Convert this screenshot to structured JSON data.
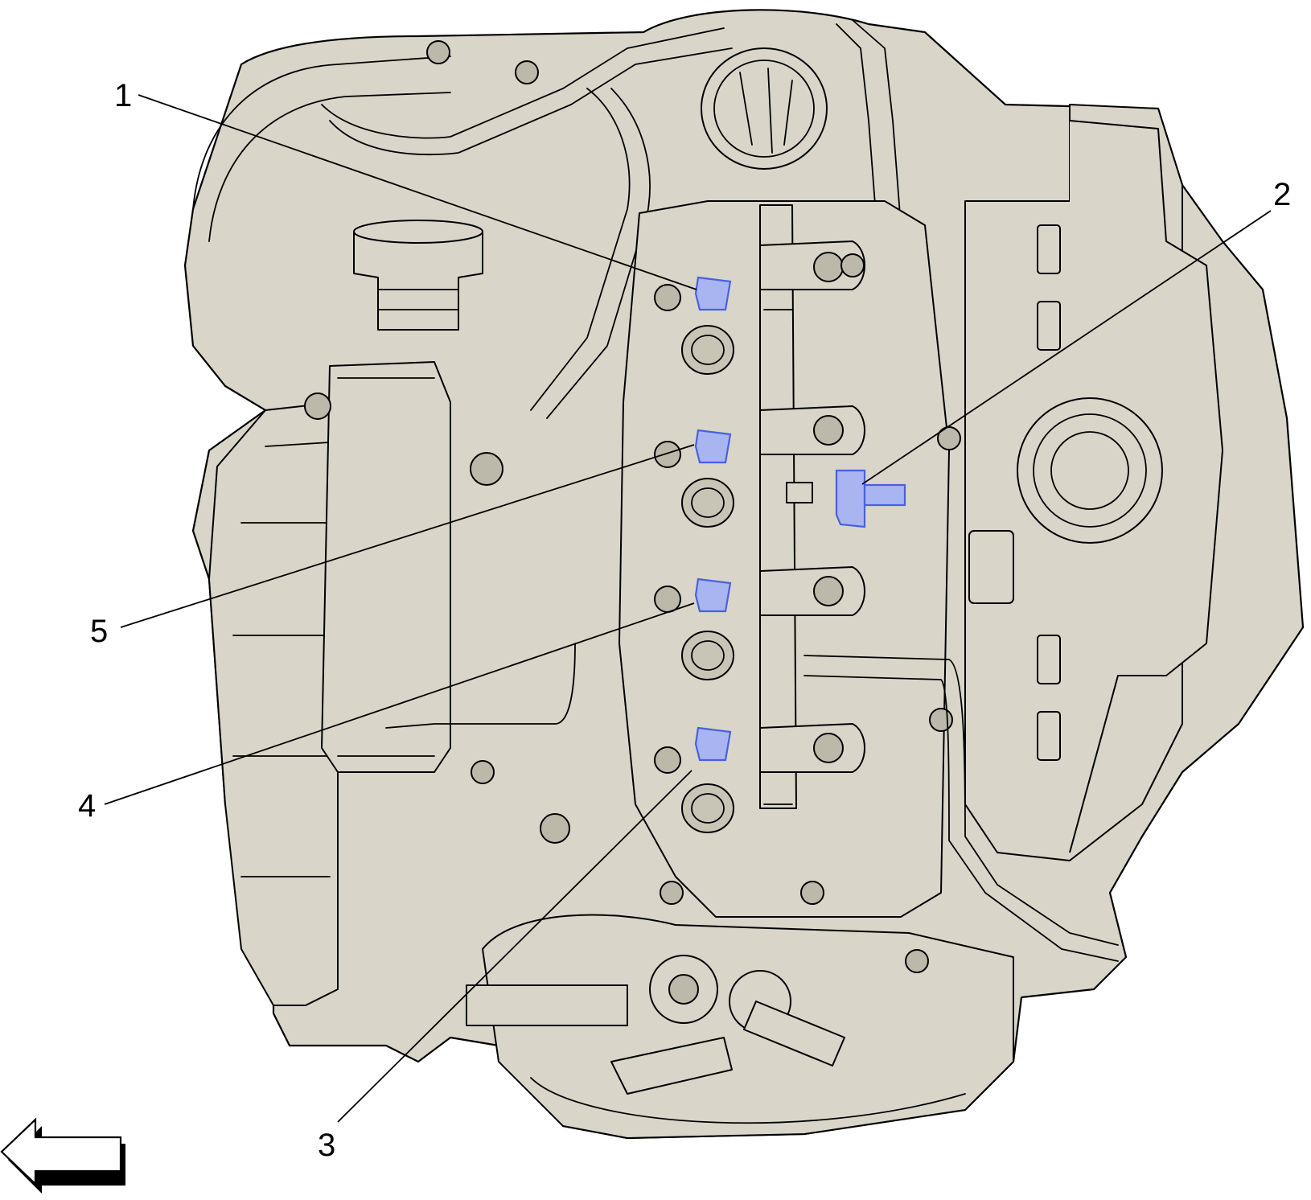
{
  "diagram": {
    "background": "#ffffff",
    "engine_fill": "#d9d6c9",
    "highlight_fill": "#a9b5f0",
    "highlight_stroke": "#4a5fe0",
    "callouts": [
      {
        "id": "callout-1",
        "label": "1"
      },
      {
        "id": "callout-2",
        "label": "2"
      },
      {
        "id": "callout-3",
        "label": "3"
      },
      {
        "id": "callout-4",
        "label": "4"
      },
      {
        "id": "callout-5",
        "label": "5"
      }
    ],
    "direction_arrow": {
      "icon": "left-arrow-icon"
    }
  }
}
